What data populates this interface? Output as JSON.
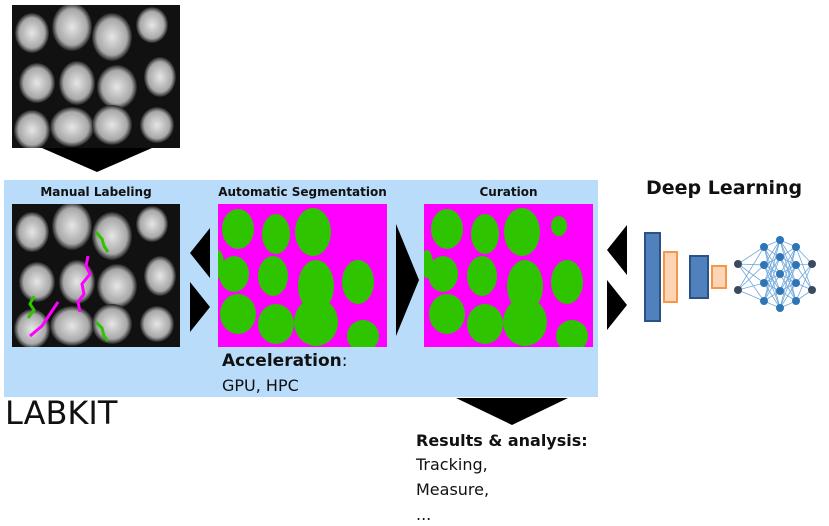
{
  "stages": {
    "manual": "Manual Labeling",
    "automatic": "Automatic Segmentation",
    "curation": "Curation"
  },
  "acceleration": {
    "title": "Acceleration",
    "colon": ":",
    "detail": "GPU, HPC"
  },
  "app_name": "LABKIT",
  "deep_learning": "Deep Learning",
  "results": {
    "title": "Results & analysis:",
    "items": [
      "Tracking,",
      "Measure,",
      "..."
    ]
  },
  "colors": {
    "panel": "#b8dcfa",
    "foreground": "#2ec400",
    "background": "#ff00ff",
    "net_blue": "#4f81bd",
    "net_orange": "#f79646"
  }
}
